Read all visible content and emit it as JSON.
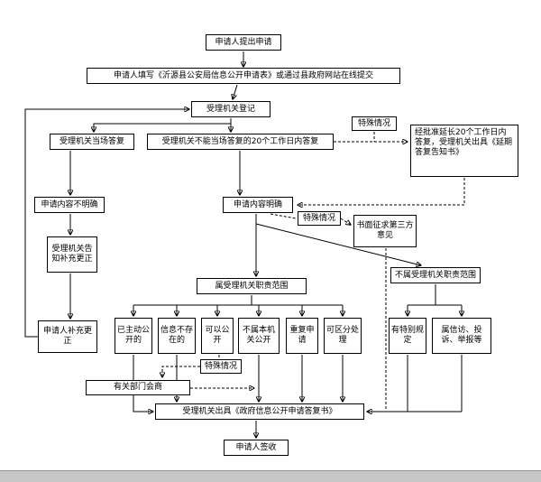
{
  "nodes": {
    "submit": "申请人提出申请",
    "fill_form": "申请人填写《沂源县公安局信息公开申请表》或通过县政府网站在线提交",
    "register": "受理机关登记",
    "reply_onsite": "受理机关当场答复",
    "reply_20days": "受理机关不能当场答复的20个工作日内答复",
    "special_1": "特殊情况",
    "extend": "经批准延长20个工作日内答复，受理机关出具《延期答复告知书》",
    "unclear": "申请内容不明确",
    "clear": "申请内容明确",
    "special_2": "特殊情况",
    "third_party": "书面征求第三方意见",
    "notify_correct": "受理机关告知补充更正",
    "applicant_correct": "申请人补充更正",
    "in_scope": "属受理机关职责范围",
    "out_scope": "不属受理机关职责范围",
    "cat_published": "已主动公开的",
    "cat_not_exist": "信息不存在的",
    "cat_open": "可以公开",
    "cat_other_org": "不属本机关公开",
    "cat_repeat": "重复申请",
    "cat_separate": "可区分处理",
    "special_rule": "有特别规定",
    "petition": "属信访、投诉、举报等",
    "special_3": "特殊情况",
    "consult": "有关部门会商",
    "issue_reply": "受理机关出具《政府信息公开申请答复书》",
    "sign": "申请人签收"
  },
  "colors": {
    "line": "#000000",
    "box_bg": "#ffffff",
    "footer": "#c6c6c6"
  }
}
